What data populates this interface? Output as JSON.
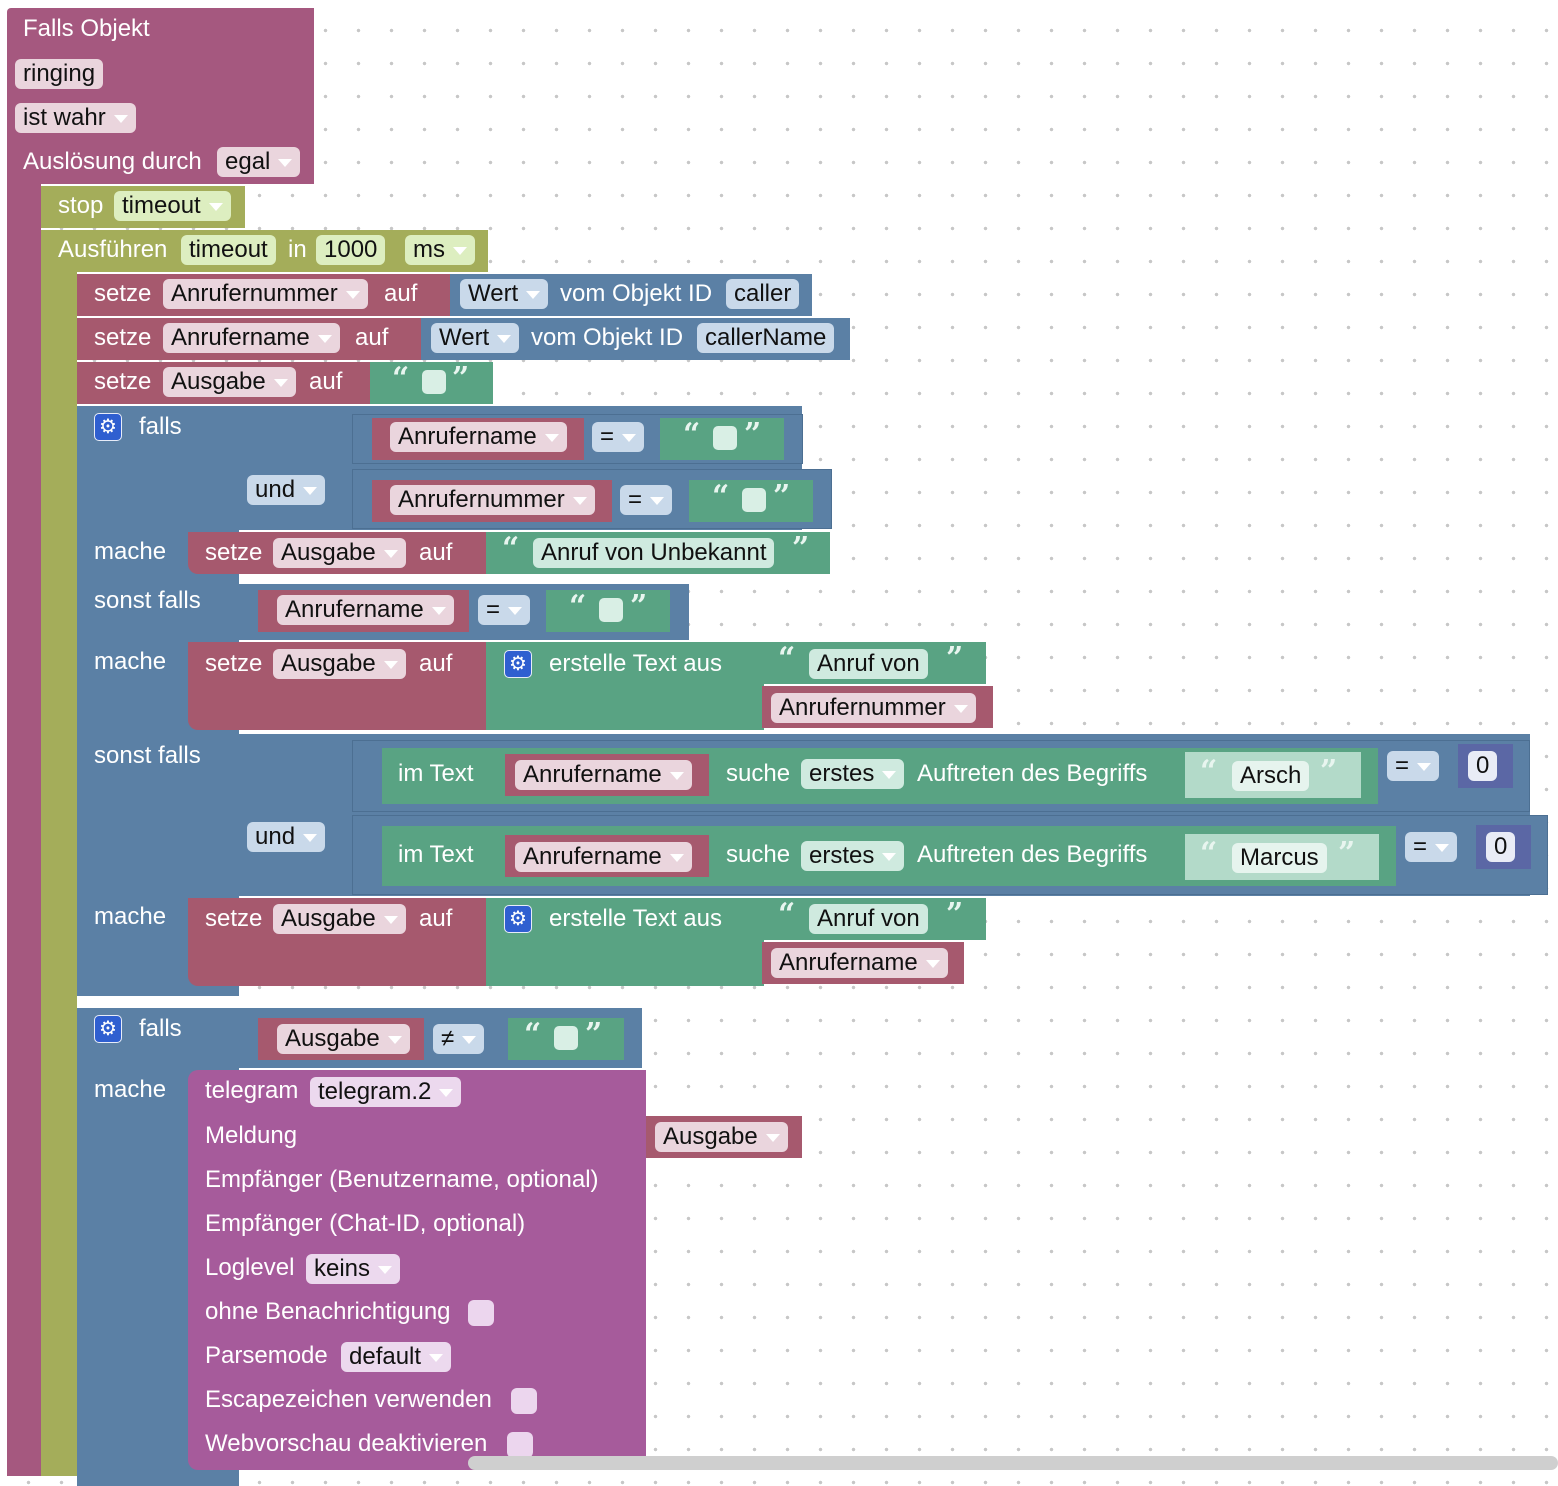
{
  "trigger": {
    "title": "Falls Objekt",
    "object": "ringing",
    "condition": "ist wahr",
    "trigger_label": "Auslösung durch",
    "trigger_value": "egal"
  },
  "stop": {
    "label": "stop",
    "timer": "timeout"
  },
  "exec": {
    "label": "Ausführen",
    "timer": "timeout",
    "in_label": "in",
    "value": "1000",
    "unit": "ms"
  },
  "sets": [
    {
      "setze": "setze",
      "var": "Anrufernummer",
      "auf": "auf",
      "get": "Wert",
      "from": "vom Objekt ID",
      "id": "caller"
    },
    {
      "setze": "setze",
      "var": "Anrufername",
      "auf": "auf",
      "get": "Wert",
      "from": "vom Objekt ID",
      "id": "callerName"
    },
    {
      "setze": "setze",
      "var": "Ausgabe",
      "auf": "auf"
    }
  ],
  "if1": {
    "falls": "falls",
    "cond_a_var": "Anrufername",
    "cond_a_op": "=",
    "und": "und",
    "cond_b_var": "Anrufernummer",
    "cond_b_op": "=",
    "mache": "mache",
    "do1_setze": "setze",
    "do1_var": "Ausgabe",
    "do1_auf": "auf",
    "do1_text": "Anruf von Unbekannt",
    "sonst_falls": "sonst falls",
    "elif1_var": "Anrufername",
    "elif1_op": "=",
    "do2_setze": "setze",
    "do2_var": "Ausgabe",
    "do2_auf": "auf",
    "do2_join": "erstelle Text aus",
    "do2_text": "Anruf von",
    "do2_item": "Anrufernummer",
    "sonst_falls2": "sonst falls",
    "search1_label": "im Text",
    "search1_var": "Anrufername",
    "search1_suche": "suche",
    "search1_mode": "erstes",
    "search1_what": "Auftreten des Begriffs",
    "search1_term": "Arsch",
    "search1_op": "=",
    "search1_num": "0",
    "und2": "und",
    "search2_label": "im Text",
    "search2_var": "Anrufername",
    "search2_suche": "suche",
    "search2_mode": "erstes",
    "search2_what": "Auftreten des Begriffs",
    "search2_term": "Marcus",
    "search2_op": "=",
    "search2_num": "0",
    "do3_setze": "setze",
    "do3_var": "Ausgabe",
    "do3_auf": "auf",
    "do3_join": "erstelle Text aus",
    "do3_text": "Anruf von",
    "do3_item": "Anrufername"
  },
  "if2": {
    "falls": "falls",
    "var": "Ausgabe",
    "op": "≠",
    "mache": "mache"
  },
  "telegram": {
    "label": "telegram",
    "instance": "telegram.2",
    "meldung": "Meldung",
    "meldung_var": "Ausgabe",
    "user": "Empfänger (Benutzername, optional)",
    "chat": "Empfänger (Chat-ID, optional)",
    "loglevel": "Loglevel",
    "loglevel_value": "keins",
    "silent": "ohne Benachrichtigung",
    "parsemode": "Parsemode",
    "parsemode_value": "default",
    "escape": "Escapezeichen verwenden",
    "preview": "Webvorschau deaktivieren"
  },
  "colors": {
    "trigger": "#a5587f",
    "timer": "#a4ad5a",
    "variable": "#a6596e",
    "logic": "#5b80a5",
    "text": "#59a383",
    "telegram": "#a65b9b",
    "math": "#5b67a5"
  }
}
